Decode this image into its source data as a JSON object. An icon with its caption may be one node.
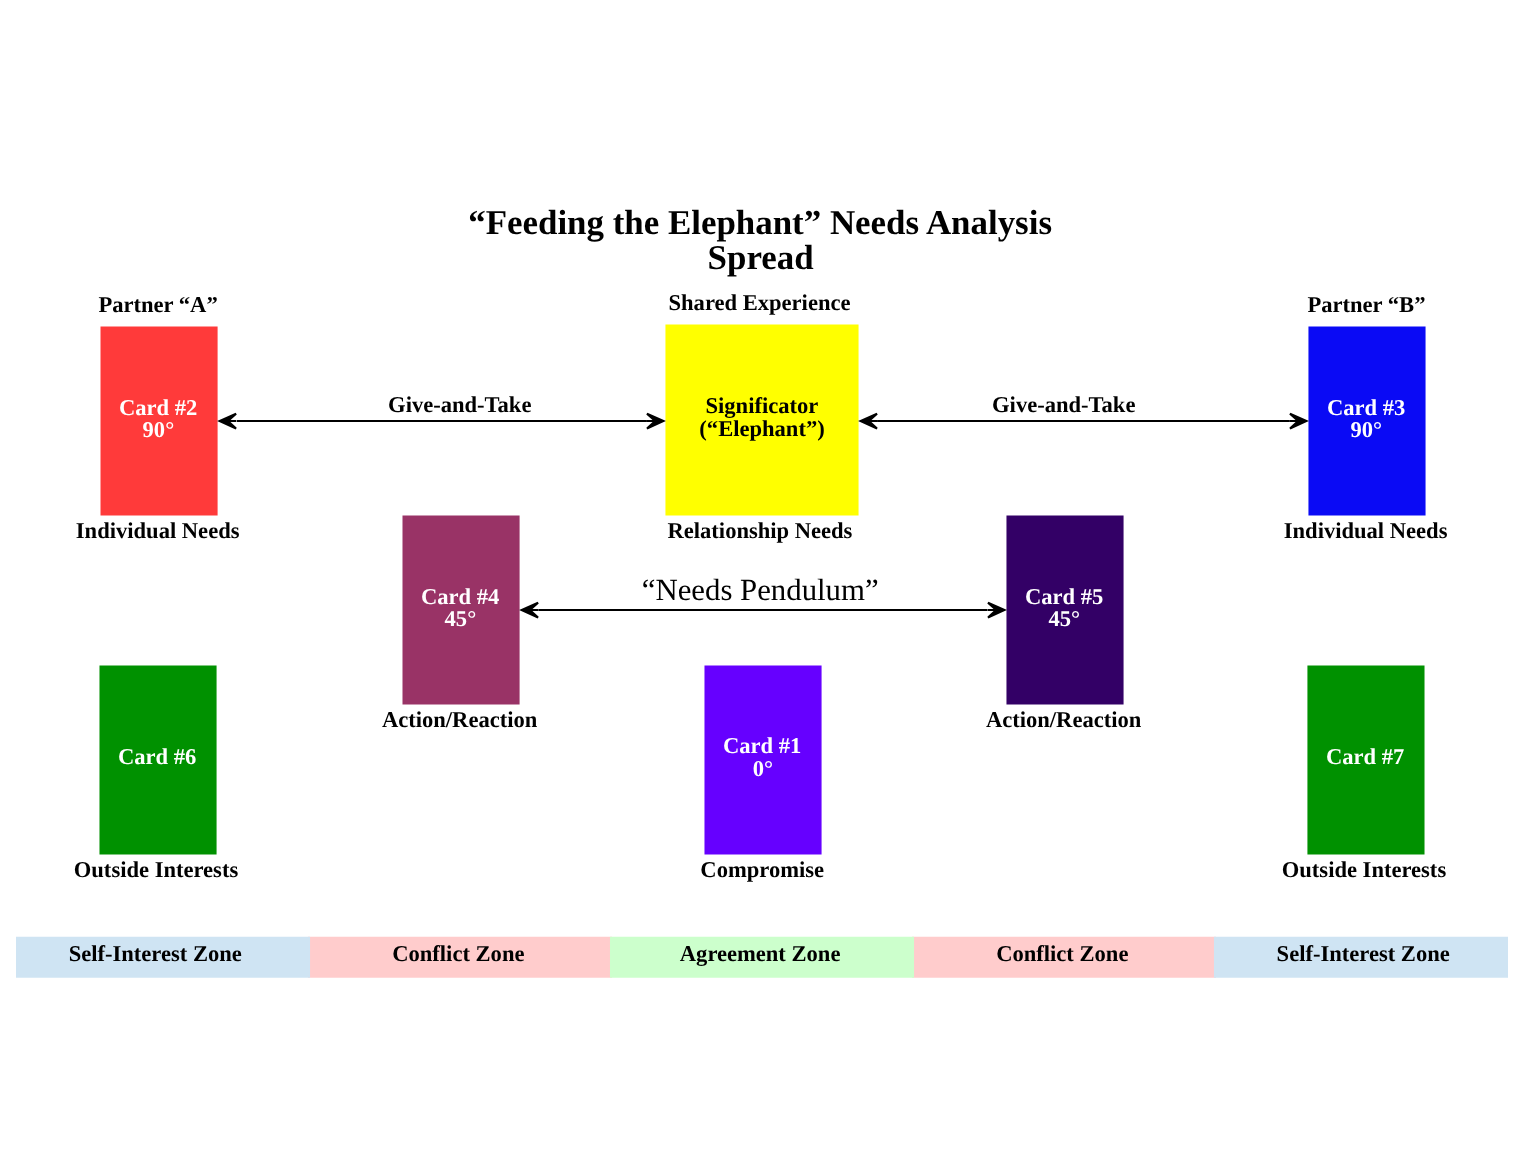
{
  "diagram": {
    "title": "“Feeding the Elephant” Needs Analysis Spread",
    "nodes": [
      {
        "text": [
          "Partner “A”",
          "Card #2 90°"
        ],
        "beside": [
          "Individual Needs"
        ]
      },
      {
        "text": [
          "Shared Experience",
          "Significator (“Elephant”)"
        ],
        "beside": [
          "Relationship Needs"
        ]
      },
      {
        "text": [
          "Partner “B”",
          "Card #3 90°"
        ],
        "beside": [
          "Individual Needs"
        ]
      },
      {
        "text": [
          "Card #4 45°"
        ],
        "beside": [
          "Action/Reaction"
        ]
      },
      {
        "text": [
          "Card #5 45°"
        ],
        "beside": [
          "Action/Reaction"
        ]
      },
      {
        "text": [
          "Card #6"
        ],
        "beside": [
          "Outside Interests"
        ]
      },
      {
        "text": [
          "Card #1 0°"
        ],
        "beside": [
          "Compromise"
        ]
      },
      {
        "text": [
          "Card #7"
        ],
        "beside": [
          "Outside Interests"
        ]
      },
      {
        "text": [
          "Self-Interest Zone"
        ]
      },
      {
        "text": [
          "Conflict Zone"
        ]
      },
      {
        "text": [
          "Agreement Zone"
        ]
      },
      {
        "text": [
          "Conflict Zone"
        ]
      },
      {
        "text": [
          "Self-Interest Zone"
        ]
      }
    ],
    "edges": [
      {
        "from": 0,
        "to": 1,
        "arrow": "both",
        "label": "Give-and-Take"
      },
      {
        "from": 1,
        "to": 2,
        "arrow": "both",
        "label": "Give-and-Take"
      },
      {
        "from": 3,
        "to": 4,
        "arrow": "both",
        "label": "“Needs Pendulum”"
      }
    ]
  }
}
